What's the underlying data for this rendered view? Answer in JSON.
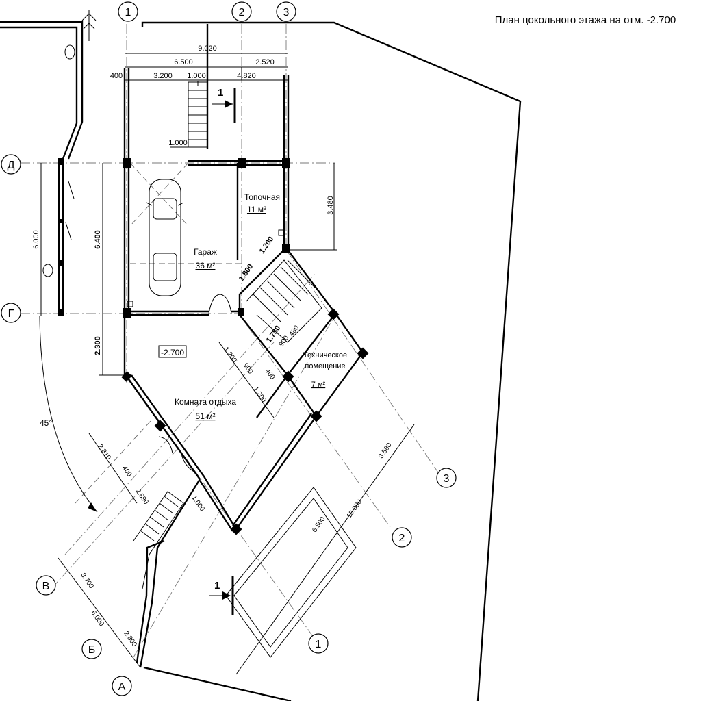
{
  "title": "План цокольного этажа на отм. -2.700",
  "axes": {
    "a1": "1",
    "a2": "2",
    "a3": "3",
    "d": "Д",
    "g": "Г",
    "v": "В",
    "b": "Б",
    "a": "А"
  },
  "rooms": {
    "garage": {
      "name": "Гараж",
      "area": "36 м²"
    },
    "boiler": {
      "name": "Топочная",
      "area": "11 м²"
    },
    "tech": {
      "name_line1": "Техническое",
      "name_line2": "помещение",
      "area": "7 м²"
    },
    "rest": {
      "name": "Комната отдыха",
      "area": "51 м²"
    }
  },
  "level_mark": "-2.700",
  "section_mark": "1",
  "angle": "45°",
  "dims": {
    "top_total": "9.020",
    "top_6500": "6.500",
    "top_2520": "2.520",
    "top_400": "400",
    "top_3200": "3.200",
    "top_1000": "1.000",
    "top_4820": "4.820",
    "stair_1000": "1.000",
    "right_3480": "3.480",
    "left_6000": "6.000",
    "left_6400": "6.400",
    "left_2300": "2.300",
    "diag_1800": "1.800",
    "diag_1200a": "1.200",
    "diag_1780": "1.780",
    "diag_900a": "900",
    "diag_480": "480",
    "diag_1200b": "1.200",
    "diag_900b": "900",
    "diag_400a": "400",
    "diag_1200c": "1.200",
    "low_2310": "2.310",
    "low_400": "400",
    "low_2890": "2.890",
    "low_1000": "1.000",
    "right_3580": "3.580",
    "right_10080": "10.080",
    "pool_6500": "6.500",
    "bot_3700": "3.700",
    "bot_6000": "6.000",
    "bot_2300": "2.300"
  }
}
